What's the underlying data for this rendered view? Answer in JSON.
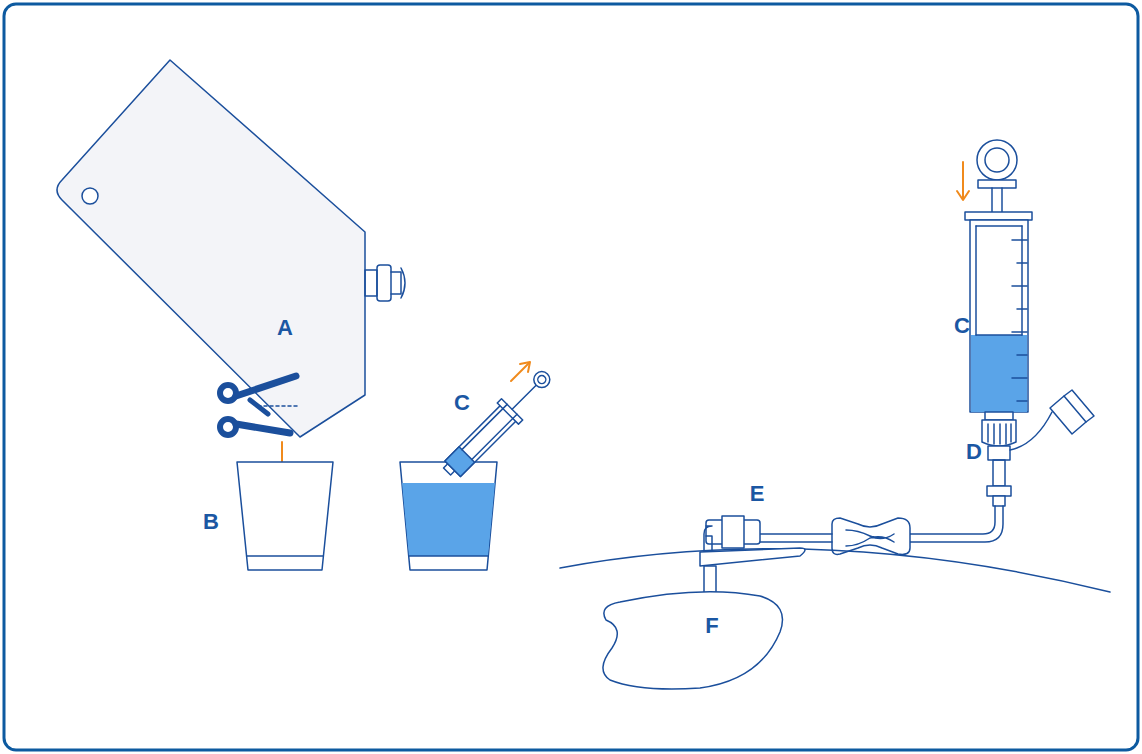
{
  "diagram": {
    "labels": [
      "A",
      "B",
      "C",
      "C",
      "D",
      "E",
      "F"
    ]
  }
}
